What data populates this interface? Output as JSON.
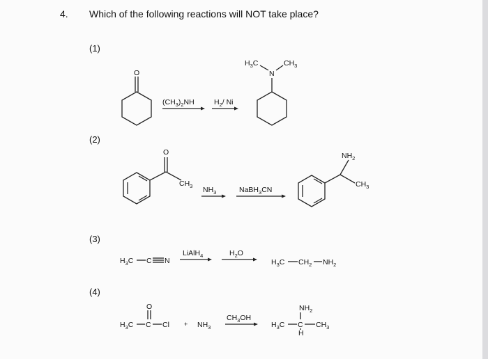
{
  "question": {
    "number": "4.",
    "text": "Which of the following reactions will NOT take place?"
  },
  "reactions": [
    {
      "label": "(1)",
      "reactant_atoms": {
        "o": "O"
      },
      "reagents": [
        {
          "pre": "(CH",
          "sub1": "3",
          "mid": ")",
          "sub2": "2",
          "post": "NH"
        },
        {
          "pre": "H",
          "sub1": "2",
          "post": "/ Ni"
        }
      ],
      "product_atoms": {
        "left_methyl": "H",
        "left_methyl_sub": "3",
        "left_methyl_end": "C",
        "n": "N",
        "right_methyl": "CH",
        "right_methyl_sub": "3"
      }
    },
    {
      "label": "(2)",
      "reactant_atoms": {
        "o": "O",
        "ch": "CH",
        "ch_sub": "3"
      },
      "reagents": [
        {
          "pre": "NH",
          "sub1": "3"
        },
        {
          "pre": "NaBH",
          "sub1": "3",
          "post": "CN"
        }
      ],
      "product_atoms": {
        "nh": "NH",
        "nh_sub": "2",
        "ch": "CH",
        "ch_sub": "3"
      }
    },
    {
      "label": "(3)",
      "reactant": {
        "a": "H",
        "a_sub": "3",
        "b": "C",
        "c": "C",
        "d": "N"
      },
      "reagents": [
        {
          "pre": "LiAlH",
          "sub1": "4"
        },
        {
          "pre": "H",
          "sub1": "2",
          "post": "O"
        }
      ],
      "product": {
        "a": "H",
        "a_sub": "3",
        "b": "C",
        "c": "CH",
        "c_sub": "2",
        "d": "NH",
        "d_sub": "2"
      }
    },
    {
      "label": "(4)",
      "reactant": {
        "a": "H",
        "a_sub": "3",
        "b": "C",
        "c": "C",
        "d": "Cl",
        "o": "O"
      },
      "plus": "+",
      "coreactant": {
        "pre": "NH",
        "sub1": "3"
      },
      "reagent": {
        "pre": "CH",
        "sub1": "3",
        "post": "OH"
      },
      "product": {
        "a": "H",
        "a_sub": "3",
        "b": "C",
        "c": "C",
        "h": "H",
        "nh": "NH",
        "nh_sub": "2",
        "ch": "CH",
        "ch_sub": "3"
      }
    }
  ]
}
